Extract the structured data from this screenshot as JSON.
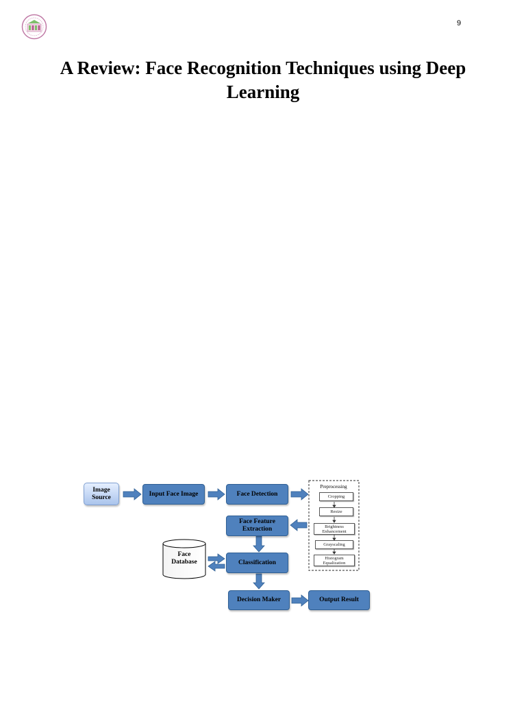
{
  "header": {
    "page_number": "9"
  },
  "title": {
    "line1": "A Review: Face Recognition Techniques using Deep",
    "line2": "Learning"
  },
  "diagram": {
    "nodes": {
      "image_source": [
        "Image",
        "Source"
      ],
      "input_face_image": "Input Face Image",
      "face_detection": "Face Detection",
      "face_feature_extraction": [
        "Face Feature",
        "Extraction"
      ],
      "classification": "Classification",
      "face_database": [
        "Face",
        "Database"
      ],
      "decision_maker": "Decision Maker",
      "output_result": "Output Result"
    },
    "preprocessing": {
      "label": "Preprocessing",
      "steps": {
        "cropping": "Cropping",
        "resize": "Resize",
        "brightness": [
          "Brightness",
          "Enhancement"
        ],
        "grayscaling": "Grayscaling",
        "histogram": [
          "Histogram",
          "Equalization"
        ]
      }
    },
    "colors": {
      "node_fill": "#4f81bd",
      "node_border": "#2f5f93",
      "source_fill": "#c6d9f7",
      "arrow_fill": "#4f81bd"
    }
  }
}
